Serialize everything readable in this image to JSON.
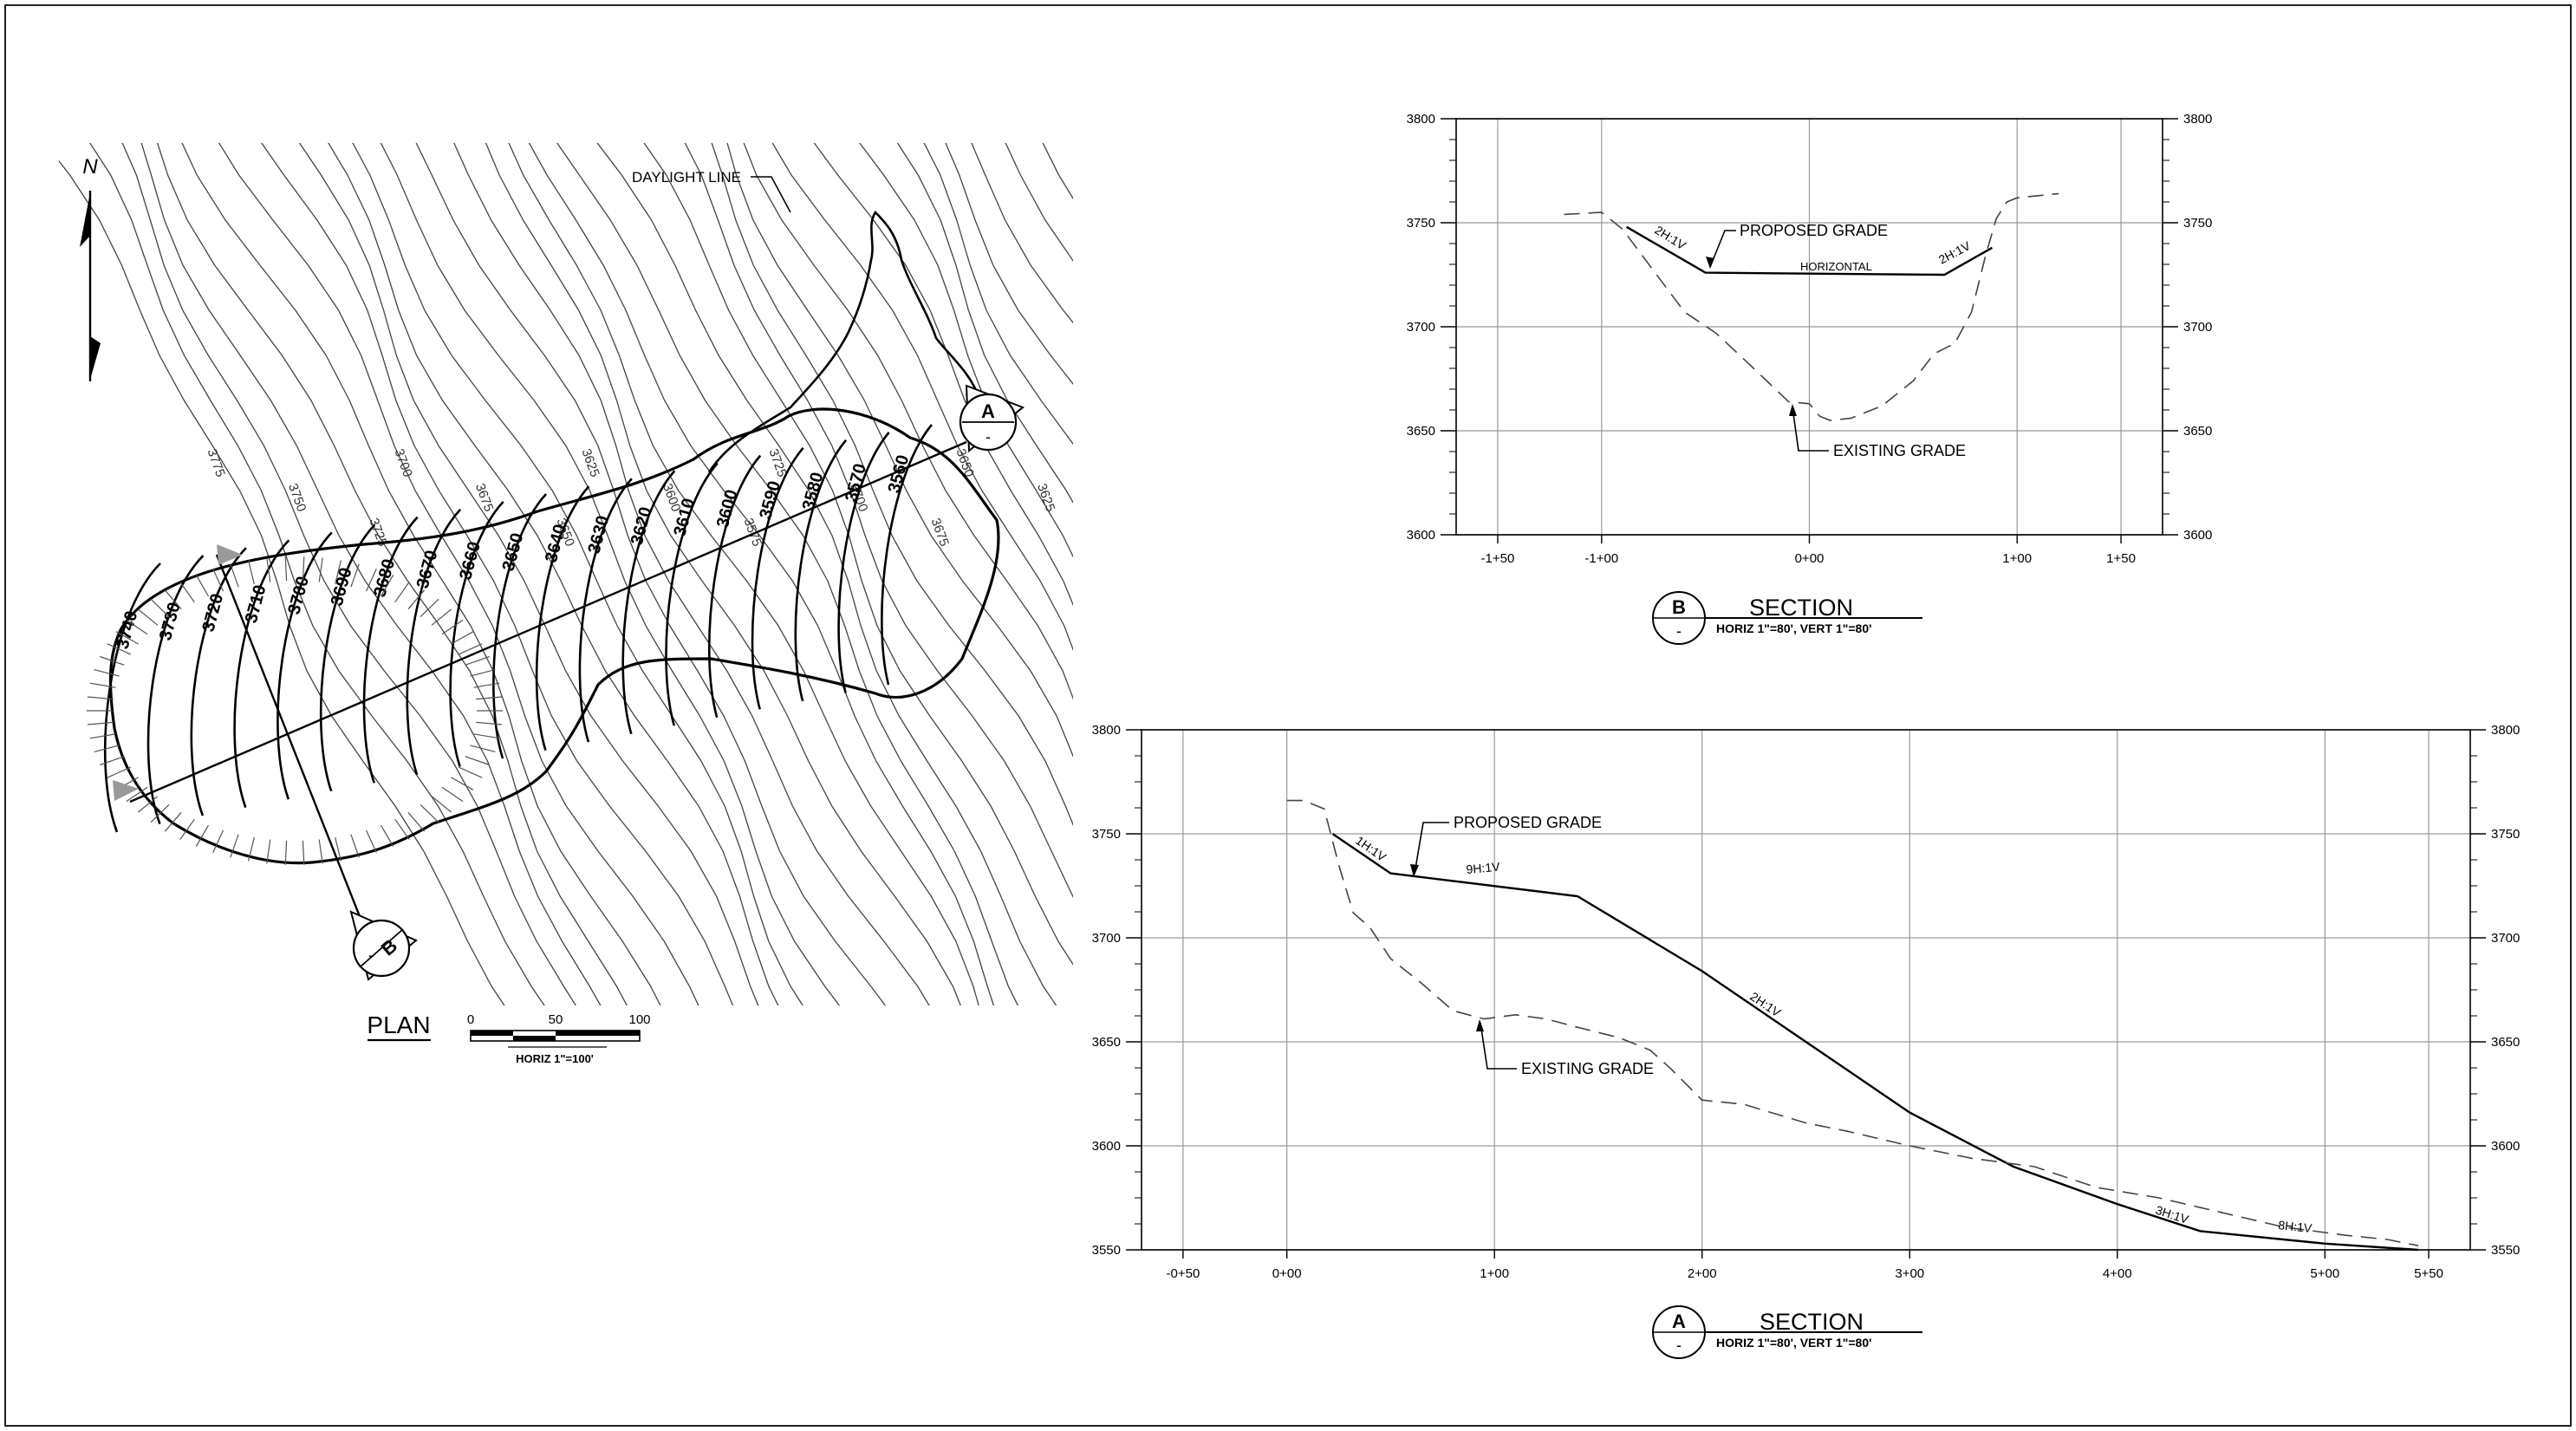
{
  "plan": {
    "title": "PLAN",
    "north_label": "N",
    "daylight_label": "DAYLIGHT LINE",
    "scale_ticks": [
      "0",
      "50",
      "100"
    ],
    "scale_note": "HORIZ 1\"=100'",
    "section_markers": [
      {
        "id": "A",
        "sub": "-"
      },
      {
        "id": "B",
        "sub": "-"
      }
    ],
    "bold_contour_labels": [
      "3740",
      "3730",
      "3720",
      "3710",
      "3700",
      "3690",
      "3680",
      "3670",
      "3660",
      "3650",
      "3640",
      "3630",
      "3620",
      "3610",
      "3600",
      "3590",
      "3580",
      "3570",
      "3560"
    ],
    "light_contour_labels": [
      "3775",
      "3750",
      "3725",
      "3700",
      "3675",
      "3650",
      "3625",
      "3600",
      "3575",
      "3725",
      "3700",
      "3675",
      "3650",
      "3625",
      "3600",
      "3575",
      "3750",
      "3725",
      "3700",
      "3675",
      "3650",
      "3625",
      "3600",
      "3575",
      "3775",
      "3750",
      "3725",
      "3700",
      "3675",
      "3650",
      "3625",
      "3600"
    ]
  },
  "section_b": {
    "marker": "B",
    "marker_sub": "-",
    "title": "SECTION",
    "scale": "HORIZ 1\"=80', VERT 1\"=80'",
    "labels": {
      "proposed": "PROPOSED GRADE",
      "existing": "EXISTING GRADE",
      "horizontal": "HORIZONTAL",
      "slope_left": "2H:1V",
      "slope_right": "2H:1V"
    },
    "chart_data": {
      "type": "line",
      "x_tick_labels": [
        "-1+50",
        "-1+00",
        "0+00",
        "1+00",
        "1+50"
      ],
      "y_tick_labels": [
        "3600",
        "3650",
        "3700",
        "3750",
        "3800"
      ],
      "xlim": [
        -170,
        170
      ],
      "ylim": [
        3600,
        3800
      ],
      "series": [
        {
          "name": "PROPOSED GRADE",
          "x": [
            -88,
            -50,
            65,
            88
          ],
          "y": [
            3748,
            3726,
            3725,
            3738
          ]
        },
        {
          "name": "EXISTING GRADE",
          "x": [
            -118,
            -100,
            -90,
            -75,
            -60,
            -45,
            -30,
            -10,
            0,
            5,
            10,
            20,
            35,
            50,
            60,
            70,
            78,
            85,
            90,
            95,
            100,
            120
          ],
          "y": [
            3754,
            3755,
            3747,
            3727,
            3707,
            3697,
            3683,
            3664,
            3663,
            3657,
            3655,
            3656,
            3662,
            3674,
            3687,
            3692,
            3707,
            3735,
            3752,
            3760,
            3762,
            3764
          ]
        }
      ]
    }
  },
  "section_a": {
    "marker": "A",
    "marker_sub": "-",
    "title": "SECTION",
    "scale": "HORIZ 1\"=80', VERT 1\"=80'",
    "labels": {
      "proposed": "PROPOSED GRADE",
      "existing": "EXISTING GRADE",
      "s1": "1H:1V",
      "s2": "9H:1V",
      "s3": "2H:1V",
      "s4": "3H:1V",
      "s5": "8H:1V"
    },
    "chart_data": {
      "type": "line",
      "x_tick_labels": [
        "-0+50",
        "0+00",
        "1+00",
        "2+00",
        "3+00",
        "4+00",
        "5+00",
        "5+50"
      ],
      "y_tick_labels": [
        "3550",
        "3600",
        "3650",
        "3700",
        "3750",
        "3800"
      ],
      "xlim": [
        -70,
        570
      ],
      "ylim": [
        3550,
        3800
      ],
      "series": [
        {
          "name": "PROPOSED GRADE",
          "x": [
            22,
            50,
            140,
            200,
            250,
            300,
            350,
            400,
            440,
            500,
            545
          ],
          "y": [
            3750,
            3731,
            3720,
            3684,
            3650,
            3616,
            3590,
            3572,
            3559,
            3553,
            3550
          ]
        },
        {
          "name": "EXISTING GRADE",
          "x": [
            0,
            8,
            18,
            25,
            32,
            40,
            50,
            65,
            80,
            95,
            110,
            125,
            140,
            160,
            175,
            185,
            200,
            220,
            250,
            270,
            300,
            330,
            360,
            390,
            420,
            450,
            480,
            510,
            530,
            545
          ],
          "y": [
            3766,
            3766,
            3762,
            3735,
            3712,
            3705,
            3690,
            3678,
            3665,
            3661,
            3663,
            3661,
            3657,
            3652,
            3646,
            3637,
            3622,
            3620,
            3611,
            3607,
            3600,
            3594,
            3590,
            3580,
            3575,
            3568,
            3561,
            3557,
            3555,
            3552
          ]
        }
      ]
    }
  }
}
